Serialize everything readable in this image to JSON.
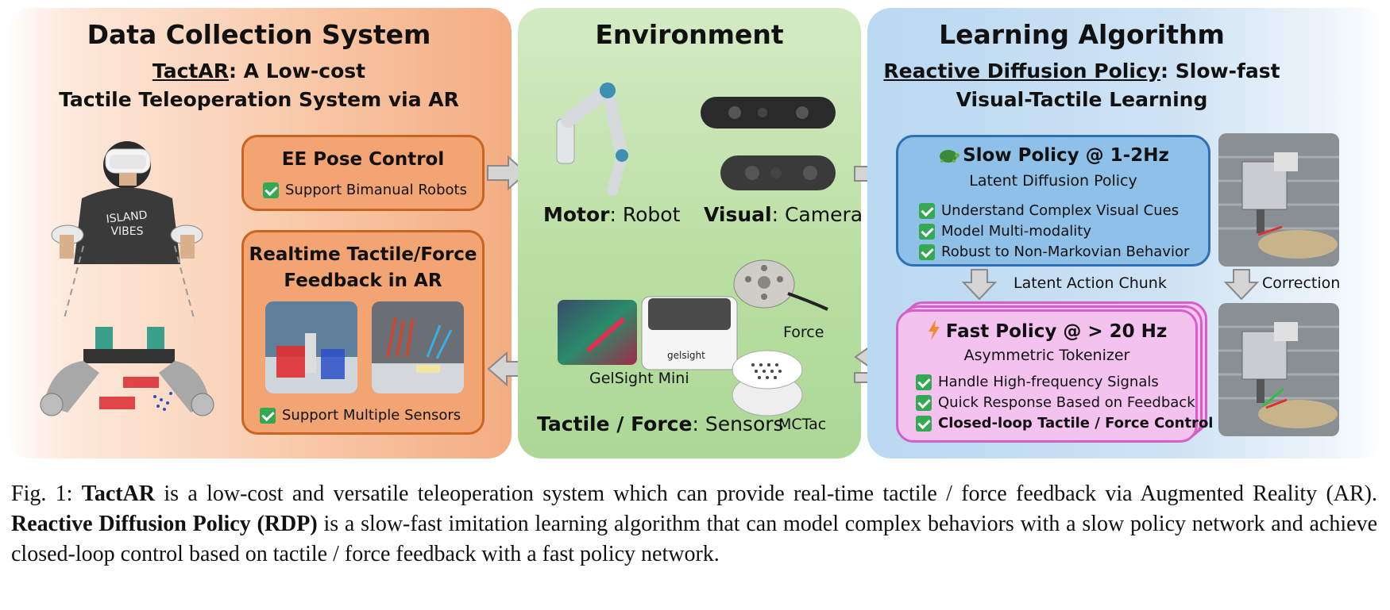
{
  "data_collection": {
    "title": "Data Collection System",
    "subtitle_name": "TactAR",
    "subtitle_rest_line1": ": A Low-cost",
    "subtitle_line2": "Tactile Teleoperation System via AR",
    "ee_pose": {
      "title": "EE Pose Control",
      "check": "Support Bimanual Robots"
    },
    "feedback": {
      "title_line1": "Realtime Tactile/Force",
      "title_line2": "Feedback in AR",
      "check": "Support Multiple Sensors"
    }
  },
  "environment": {
    "title": "Environment",
    "motor_bold": "Motor",
    "motor_rest": ": Robot",
    "visual_bold": "Visual",
    "visual_rest": ": Camera",
    "force_label": "Force",
    "gelsight_label": "GelSight Mini",
    "mctac_label": "MCTac",
    "tactile_bold": "Tactile / Force",
    "tactile_rest": ": Sensors",
    "gelsight_logo": "gelsight"
  },
  "learning": {
    "title": "Learning Algorithm",
    "subtitle_name": "Reactive Diffusion Policy",
    "subtitle_rest_line1": ": Slow-fast",
    "subtitle_line2": "Visual-Tactile Learning",
    "slow": {
      "title": "Slow Policy @ 1-2Hz",
      "subtitle": "Latent Diffusion Policy",
      "items": [
        "Understand Complex Visual Cues",
        "Model Multi-modality",
        "Robust to Non-Markovian Behavior"
      ]
    },
    "latent_chunk_label": "Latent Action Chunk",
    "correction_label": "Correction",
    "fast": {
      "title": "Fast Policy @ > 20 Hz",
      "subtitle": "Asymmetric Tokenizer",
      "items": [
        "Handle High-frequency Signals",
        "Quick Response Based on Feedback",
        "Closed-loop Tactile / Force Control"
      ]
    }
  },
  "caption": {
    "prefix": "Fig. 1: ",
    "b1": "TactAR",
    "t1": " is a low-cost and versatile teleoperation system which can provide real-time tactile / force feedback via Augmented Reality (AR). ",
    "b2": "Reactive Diffusion Policy (RDP)",
    "t2": " is a slow-fast imitation learning algorithm that can model complex behaviors with a slow policy network and achieve closed-loop control based on tactile / force feedback with a fast policy network."
  },
  "hoodie_text": "ISLAND VIBES",
  "colors": {
    "check_green": "#34a853",
    "orange_border": "#c96520",
    "blue_border": "#2f6fb4",
    "pink_border": "#d55fc9"
  }
}
